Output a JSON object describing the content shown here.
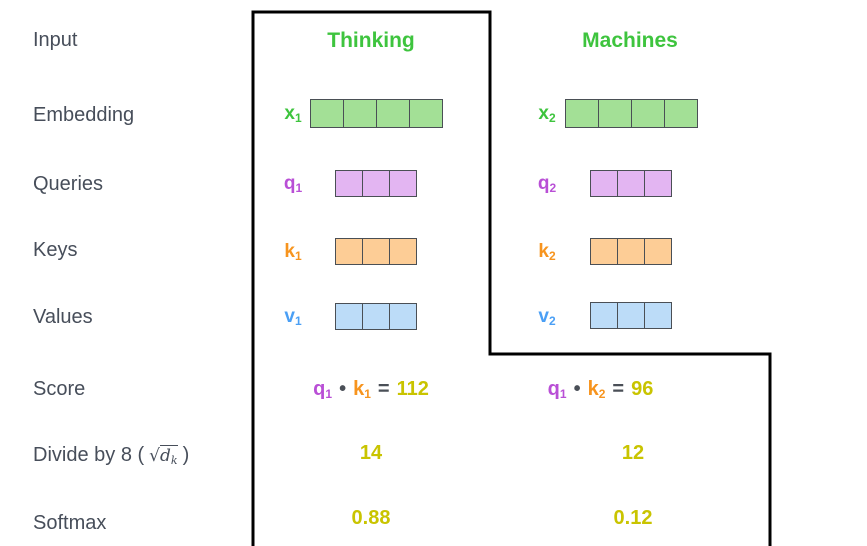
{
  "colors": {
    "green": "#3ec43e",
    "purple": "#b94fd6",
    "orange": "#f7941e",
    "blue": "#4a9ff5",
    "yellow": "#c9c400",
    "label-text": "#474e5a",
    "symbol": "#4a4f57",
    "cell-green": "#a3e096",
    "cell-purple": "#e3b5f2",
    "cell-orange": "#fdcd96",
    "cell-blue": "#bcdcf8",
    "cell-border": "#4a4f55",
    "outline": "#000000"
  },
  "row_labels": {
    "input": "Input",
    "embedding": "Embedding",
    "queries": "Queries",
    "keys": "Keys",
    "values": "Values",
    "score": "Score",
    "divide_prefix": "Divide by 8 (",
    "divide_sqrt": "√",
    "divide_radicand": "d",
    "divide_radicand_sub": "k",
    "divide_suffix": ")",
    "softmax": "Softmax"
  },
  "vector_structure": {
    "embedding_cells": 4,
    "query_cells": 3,
    "key_cells": 3,
    "value_cells": 3
  },
  "columns": [
    {
      "header": "Thinking",
      "x": {
        "letter": "x",
        "sub": "1"
      },
      "q": {
        "letter": "q",
        "sub": "1"
      },
      "k": {
        "letter": "k",
        "sub": "1"
      },
      "v": {
        "letter": "v",
        "sub": "1"
      },
      "score": {
        "q_letter": "q",
        "q_sub": "1",
        "dot": "•",
        "k_letter": "k",
        "k_sub": "1",
        "equals": "=",
        "value": "112"
      },
      "divide_value": "14",
      "softmax_value": "0.88"
    },
    {
      "header": "Machines",
      "x": {
        "letter": "x",
        "sub": "2"
      },
      "q": {
        "letter": "q",
        "sub": "2"
      },
      "k": {
        "letter": "k",
        "sub": "2"
      },
      "v": {
        "letter": "v",
        "sub": "2"
      },
      "score": {
        "q_letter": "q",
        "q_sub": "1",
        "dot": "•",
        "k_letter": "k",
        "k_sub": "2",
        "equals": "=",
        "value": "96"
      },
      "divide_value": "12",
      "softmax_value": "0.12"
    }
  ]
}
